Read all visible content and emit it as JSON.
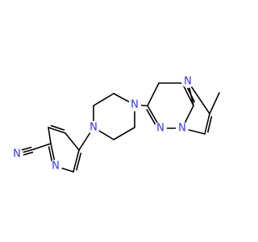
{
  "molecule": {
    "atoms": [
      {
        "id": "N1",
        "label": "N",
        "color": "#3333ff"
      },
      {
        "id": "N2",
        "label": "N",
        "color": "#3333ff"
      },
      {
        "id": "N3",
        "label": "N",
        "color": "#3333ff"
      },
      {
        "id": "N4",
        "label": "N",
        "color": "#3333ff"
      },
      {
        "id": "N5",
        "label": "N",
        "color": "#3333ff"
      },
      {
        "id": "N6",
        "label": "N",
        "color": "#3333ff"
      },
      {
        "id": "N7",
        "label": "N",
        "color": "#3333ff"
      }
    ],
    "bond_color": "#000000"
  }
}
